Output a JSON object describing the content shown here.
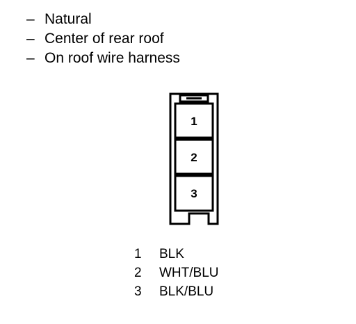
{
  "info": {
    "dash": "–",
    "lines": [
      "Natural",
      "Center of rear roof",
      "On roof wire harness"
    ]
  },
  "connector": {
    "pins": [
      "1",
      "2",
      "3"
    ]
  },
  "legend": [
    {
      "pin": "1",
      "wire": "BLK"
    },
    {
      "pin": "2",
      "wire": "WHT/BLU"
    },
    {
      "pin": "3",
      "wire": "BLK/BLU"
    }
  ],
  "colors": {
    "ink": "#000000",
    "background": "#ffffff"
  }
}
